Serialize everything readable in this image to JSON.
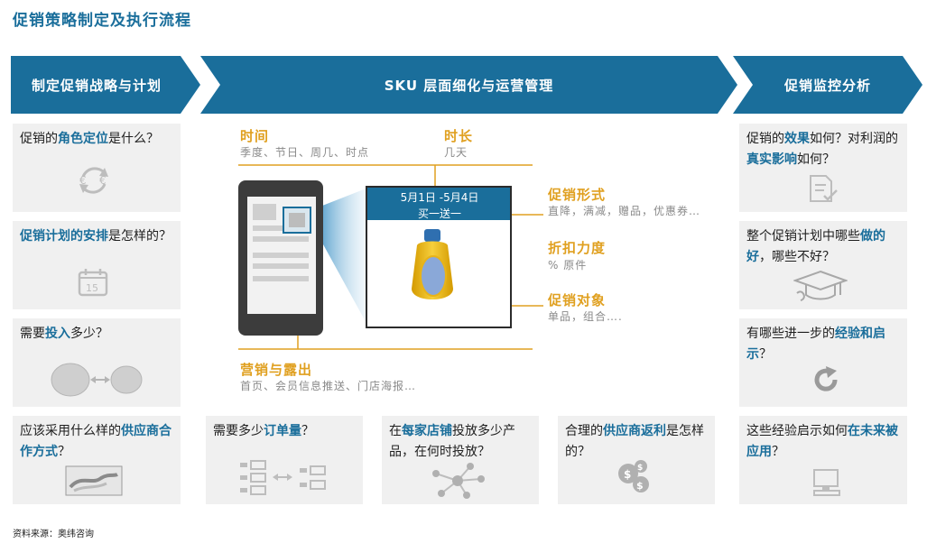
{
  "title": "促销策略制定及执行流程",
  "banners": {
    "left": "制定促销战略与计划",
    "middle": "SKU 层面细化与运营管理",
    "right": "促销监控分析"
  },
  "left_cards": [
    {
      "p1": "促销的",
      "h1": "角色定位",
      "p2": "是什么？",
      "icon": "euro-exchange-icon"
    },
    {
      "h1": "促销计划的安排",
      "p2": "是怎样的？",
      "icon": "calendar-icon",
      "cal_day": "15"
    },
    {
      "p1": "需要",
      "h1": "投入",
      "p2": "多少？",
      "icon": "balance-icon"
    },
    {
      "p1": "应该采用什么样的",
      "h1": "供应商合作方式",
      "p2": "？",
      "icon": "handshake-icon"
    }
  ],
  "right_cards": [
    {
      "p1": "促销的",
      "h1": "效果",
      "p2": "如何？对利润的",
      "h2": "真实影响",
      "p3": "如何？",
      "icon": "document-check-icon"
    },
    {
      "p1": "整个促销计划中哪些",
      "h1": "做的好",
      "p2": "，哪些不好？",
      "icon": "graduation-cap-icon"
    },
    {
      "p1": "有哪些进一步的",
      "h1": "经验和启示",
      "p2": "？",
      "icon": "refresh-icon"
    },
    {
      "p1": "这些经验启示如何",
      "h1": "在未来被应用",
      "p2": "？",
      "icon": "computer-icon"
    }
  ],
  "bottom_cards": [
    {
      "p1": "需要多少",
      "h1": "订单量",
      "p2": "？",
      "icon": "order-flow-icon"
    },
    {
      "p1": "在",
      "h1": "每家店铺",
      "p2": "投放多少产品，在何时投放？",
      "icon": "network-icon"
    },
    {
      "p1": "合理的",
      "h1": "供应商返利",
      "p2": "是怎样的？",
      "icon": "coins-icon"
    }
  ],
  "center": {
    "time_label": "时间",
    "time_sub": "季度、节日、周几、时点",
    "duration_label": "时长",
    "duration_sub": "几天",
    "form_label": "促销形式",
    "form_sub": "直降，满减，赠品，优惠券…",
    "discount_label": "折扣力度",
    "discount_sub": "% 原件",
    "target_label": "促销对象",
    "target_sub": "单品，组合….",
    "marketing_label": "营销与露出",
    "marketing_sub": "首页、会员信息推送、门店海报…",
    "date_range": "5月1日 -5月4日",
    "promo": "买一送一"
  },
  "source": "资料来源：奥纬咨询",
  "colors": {
    "brand_blue": "#1a6e9b",
    "accent_orange": "#e0a020",
    "card_gray": "#f0f0f0"
  }
}
